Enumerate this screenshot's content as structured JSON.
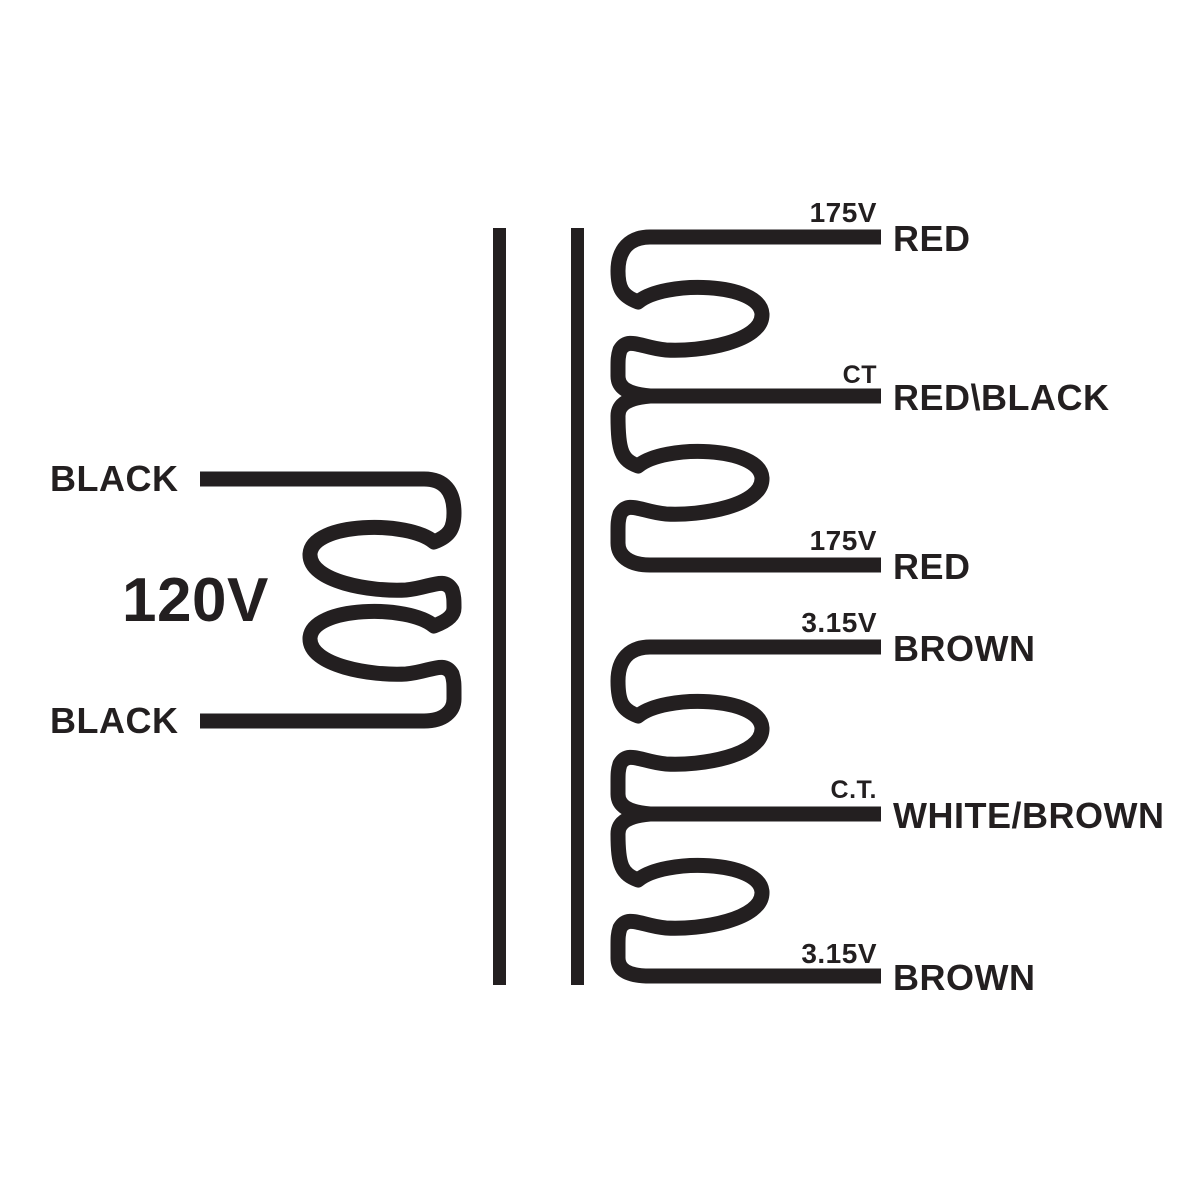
{
  "diagram": {
    "kind": "transformer-wiring-schematic",
    "colors": {
      "ink": "#231f20",
      "background": "#ffffff"
    },
    "primary": {
      "voltage": "120V",
      "top_lead_wire": "BLACK",
      "bottom_lead_wire": "BLACK"
    },
    "secondary_hv": {
      "leads": [
        {
          "tap": "175V",
          "wire": "RED"
        },
        {
          "tap": "CT",
          "wire": "RED\\BLACK"
        },
        {
          "tap": "175V",
          "wire": "RED"
        }
      ]
    },
    "secondary_lv": {
      "leads": [
        {
          "tap": "3.15V",
          "wire": "BROWN"
        },
        {
          "tap": "C.T.",
          "wire": "WHITE/BROWN"
        },
        {
          "tap": "3.15V",
          "wire": "BROWN"
        }
      ]
    }
  }
}
